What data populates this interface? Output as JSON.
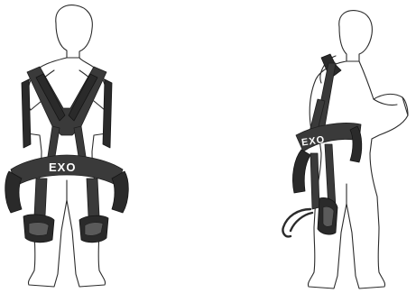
{
  "illustrations": [
    {
      "name": "front-view",
      "logo_text": "EXO"
    },
    {
      "name": "side-view",
      "logo_text": "EXO"
    }
  ],
  "colors": {
    "background": "#ffffff",
    "outline": "#2b2b2b",
    "harness": "#3a3a3a",
    "logo": "#ffffff"
  }
}
